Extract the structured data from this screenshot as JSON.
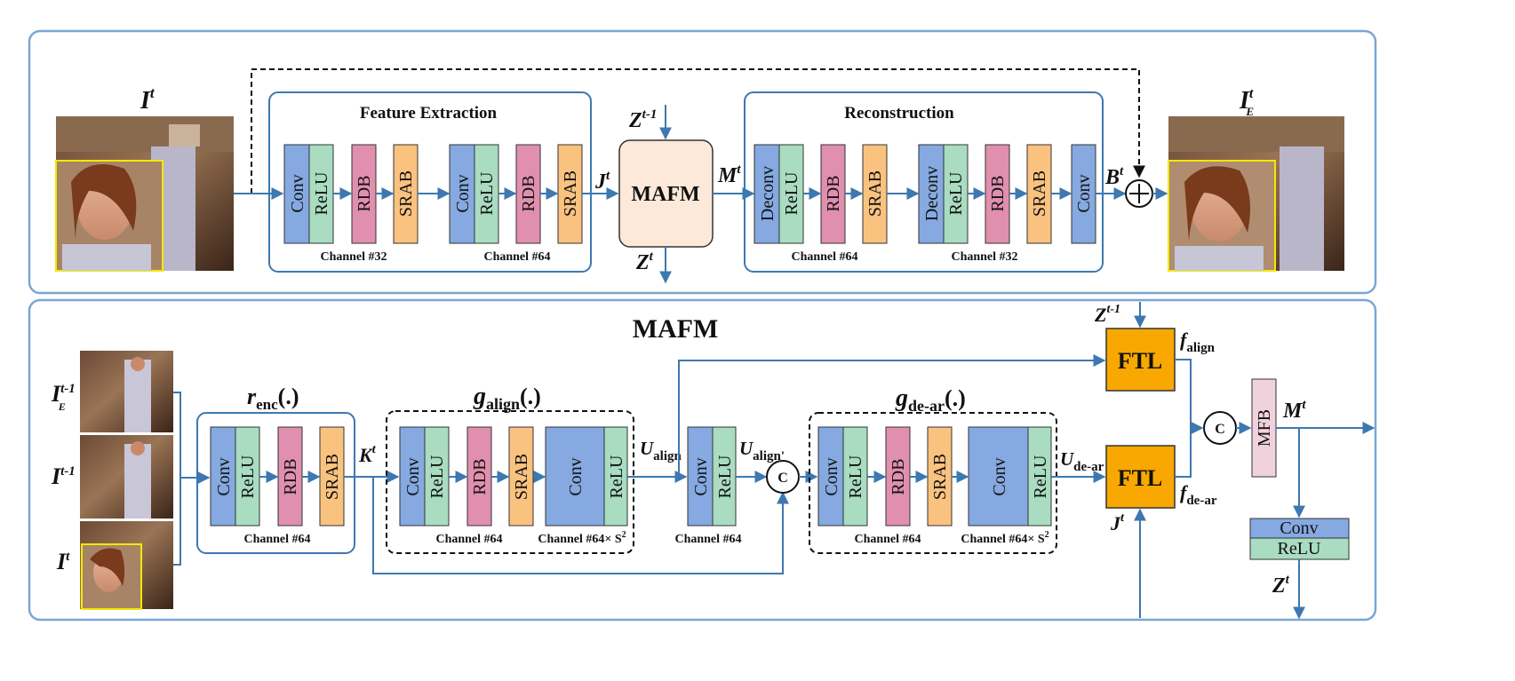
{
  "top_panel": {
    "input_label": "I",
    "input_sup": "t",
    "output_label": "I",
    "output_sup": "t",
    "output_sub": "E",
    "feature_extraction": {
      "title": "Feature Extraction",
      "channel_a": "Channel #32",
      "channel_b": "Channel #64",
      "blocks": [
        "Conv",
        "ReLU",
        "RDB",
        "SRAB",
        "Conv",
        "ReLU",
        "RDB",
        "SRAB"
      ]
    },
    "j_label": "J",
    "j_sup": "t",
    "mafm": {
      "label": "MAFM",
      "z_in": "Z",
      "z_in_sup": "t-1",
      "z_out": "Z",
      "z_out_sup": "t"
    },
    "m_label": "M",
    "m_sup": "t",
    "reconstruction": {
      "title": "Reconstruction",
      "channel_a": "Channel #64",
      "channel_b": "Channel #32",
      "blocks": [
        "Deconv",
        "ReLU",
        "RDB",
        "SRAB",
        "Deconv",
        "ReLU",
        "RDB",
        "SRAB",
        "Conv"
      ]
    },
    "b_label": "B",
    "b_sup": "t"
  },
  "bottom_panel": {
    "title": "MAFM",
    "inputs": [
      {
        "label": "I",
        "sup": "t-1",
        "sub": "E"
      },
      {
        "label": "I",
        "sup": "t-1",
        "sub": ""
      },
      {
        "label": "I",
        "sup": "t",
        "sub": ""
      }
    ],
    "r_enc": {
      "name": "r",
      "sub": "enc",
      "paren": "(.)",
      "channel": "Channel #64",
      "blocks": [
        "Conv",
        "ReLU",
        "RDB",
        "SRAB"
      ]
    },
    "k_label": "K",
    "k_sup": "t",
    "g_align": {
      "name": "g",
      "sub": "align",
      "paren": "(.)",
      "channel_a": "Channel #64",
      "channel_b": "Channel #64× S",
      "channel_b_sup": "2",
      "blocks": [
        "Conv",
        "ReLU",
        "RDB",
        "SRAB",
        "Conv",
        "ReLU"
      ]
    },
    "u_align": {
      "name": "U",
      "sub": "align"
    },
    "mid_block": {
      "blocks": [
        "Conv",
        "ReLU"
      ],
      "channel": "Channel #64"
    },
    "u_align_prime": {
      "name": "U",
      "sub": "align'"
    },
    "concat_symbol": "C",
    "g_dear": {
      "name": "g",
      "sub": "de-ar",
      "paren": "(.)",
      "channel_a": "Channel #64",
      "channel_b": "Channel #64× S",
      "channel_b_sup": "2",
      "blocks": [
        "Conv",
        "ReLU",
        "RDB",
        "SRAB",
        "Conv",
        "ReLU"
      ]
    },
    "u_dear": {
      "name": "U",
      "sub": "de-ar"
    },
    "ftl_top": {
      "label": "FTL",
      "z": "Z",
      "z_sup": "t-1",
      "f": "f",
      "f_sub": "align"
    },
    "ftl_bottom": {
      "label": "FTL",
      "j": "J",
      "j_sup": "t",
      "f": "f",
      "f_sub": "de-ar"
    },
    "mfb": "MFB",
    "m_label": "M",
    "m_sup": "t",
    "out_conv": "Conv",
    "out_relu": "ReLU",
    "z_label": "Z",
    "z_sup": "t"
  },
  "colors": {
    "panel_border": "#7aa6d6",
    "arrow": "#3d78b0",
    "conv": "#85a9e0",
    "relu": "#a9dcc1",
    "rdb": "#e08fae",
    "srab": "#f9c27f",
    "mafm_fill": "#fce9d9",
    "ftl": "#f8a800",
    "mfb": "#f0d2dc"
  }
}
